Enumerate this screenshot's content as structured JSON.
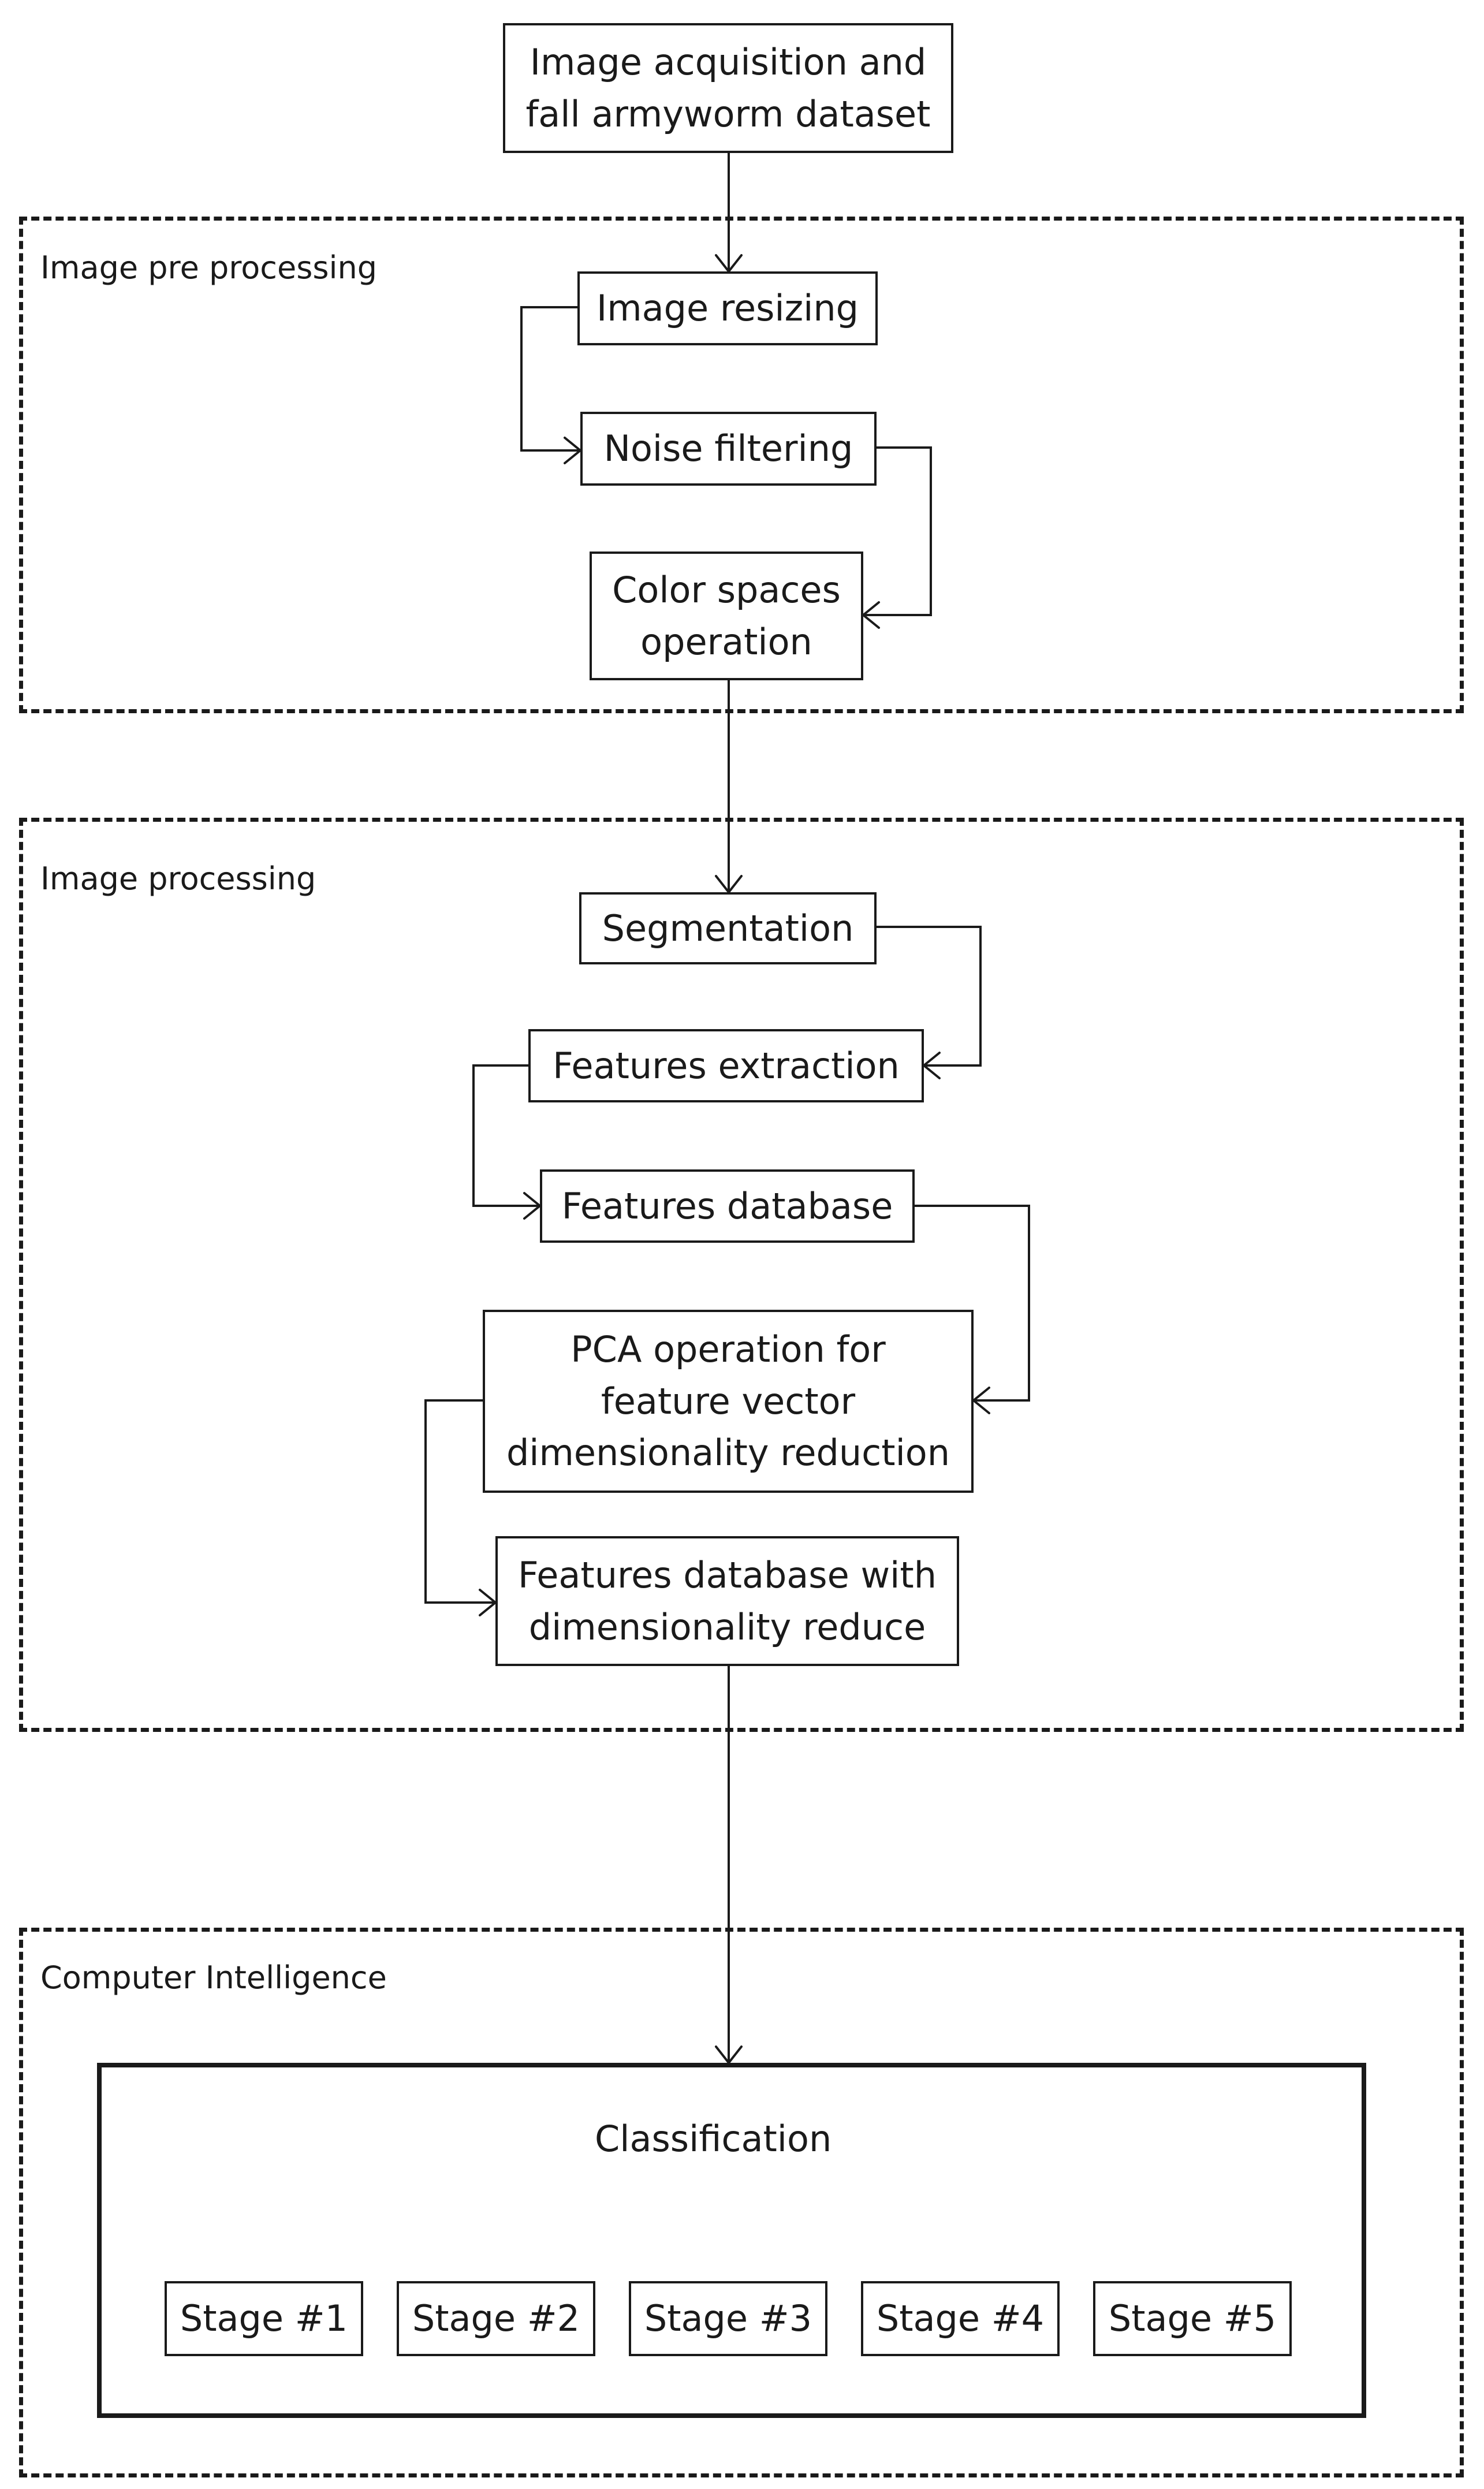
{
  "nodes": {
    "acquisition": {
      "line1": "Image acquisition and",
      "line2": "fall armyworm dataset"
    },
    "resizing": "Image resizing",
    "noise": "Noise filtering",
    "color_spaces": {
      "line1": "Color spaces",
      "line2": "operation"
    },
    "segmentation": "Segmentation",
    "features_extraction": "Features extraction",
    "features_database": "Features database",
    "pca": {
      "line1": "PCA operation for",
      "line2": "feature vector",
      "line3": "dimensionality reduction"
    },
    "features_reduced": {
      "line1": "Features database with",
      "line2": "dimensionality reduce"
    }
  },
  "groups": {
    "preprocessing": "Image pre processing",
    "processing": "Image processing",
    "intelligence": "Computer Intelligence"
  },
  "classification": {
    "title": "Classification",
    "stages": [
      "Stage #1",
      "Stage #2",
      "Stage #3",
      "Stage #4",
      "Stage #5"
    ]
  }
}
